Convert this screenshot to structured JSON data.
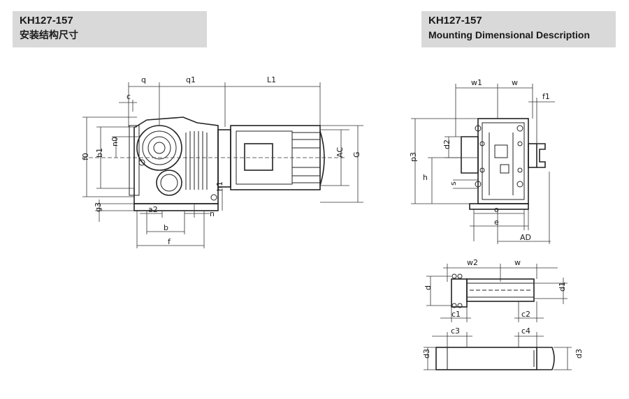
{
  "header_left": {
    "model": "KH127-157",
    "title": "安装结构尺寸"
  },
  "header_right": {
    "model": "KH127-157",
    "title": "Mounting Dimensional Description"
  },
  "labels": {
    "q": "q",
    "q1": "q1",
    "L1": "L1",
    "c": "c",
    "f0": "f0",
    "b1": "b1",
    "n0": "n0",
    "AC": "AC",
    "G": "G",
    "h1": "h1",
    "g3": "g3",
    "a2": "a2",
    "n": "n",
    "b": "b",
    "f": "f",
    "w1": "w1",
    "w": "w",
    "f1": "f1",
    "p3": "p3",
    "d2": "d2",
    "h": "h",
    "s": "s",
    "o": "o",
    "e": "e",
    "AD": "AD",
    "w2": "w2",
    "w_b": "w",
    "d": "d",
    "d1": "d1",
    "c1": "c1",
    "c2": "c2",
    "c3": "c3",
    "c4": "c4",
    "d3": "d3",
    "d3r": "d3"
  },
  "colors": {
    "header_bg": "#d9d9d9",
    "line": "#222222"
  }
}
